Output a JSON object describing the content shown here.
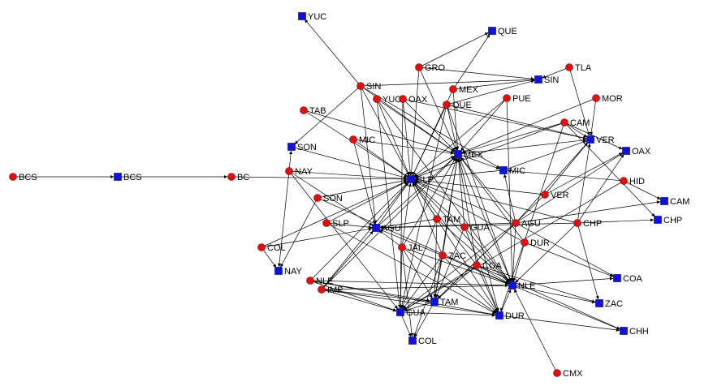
{
  "network": {
    "legend_colors": {
      "origin": "#e01010",
      "destination": "#1010e0"
    },
    "origin_nodes": [
      {
        "id": "o_BCS",
        "label": "BCS"
      },
      {
        "id": "o_BC",
        "label": "BC"
      },
      {
        "id": "o_GRO",
        "label": "GRO"
      },
      {
        "id": "o_TLA",
        "label": "TLA"
      },
      {
        "id": "o_SIN",
        "label": "SIN"
      },
      {
        "id": "o_MEX",
        "label": "MEX"
      },
      {
        "id": "o_YUC",
        "label": "YUC"
      },
      {
        "id": "o_OAX",
        "label": "OAX"
      },
      {
        "id": "o_QUE",
        "label": "QUE"
      },
      {
        "id": "o_PUE",
        "label": "PUE"
      },
      {
        "id": "o_MOR",
        "label": "MOR"
      },
      {
        "id": "o_TAB",
        "label": "TAB"
      },
      {
        "id": "o_CAM",
        "label": "CAM"
      },
      {
        "id": "o_MIC",
        "label": "MIC"
      },
      {
        "id": "o_NAY",
        "label": "NAY"
      },
      {
        "id": "o_HID",
        "label": "HID"
      },
      {
        "id": "o_SON",
        "label": "SON"
      },
      {
        "id": "o_VER",
        "label": "VER"
      },
      {
        "id": "o_SLP",
        "label": "SLP"
      },
      {
        "id": "o_TAM",
        "label": "TAM"
      },
      {
        "id": "o_GUA",
        "label": "GUA"
      },
      {
        "id": "o_AGU",
        "label": "AGU"
      },
      {
        "id": "o_CHP",
        "label": "CHP"
      },
      {
        "id": "o_COL",
        "label": "COL"
      },
      {
        "id": "o_JAL",
        "label": "JAL"
      },
      {
        "id": "o_DUR",
        "label": "DUR"
      },
      {
        "id": "o_ZAC",
        "label": "ZAC"
      },
      {
        "id": "o_COA",
        "label": "COA"
      },
      {
        "id": "o_NLE",
        "label": "NLE"
      },
      {
        "id": "o_IMP",
        "label": "IMP"
      },
      {
        "id": "o_CMX",
        "label": "CMX"
      }
    ],
    "destination_nodes": [
      {
        "id": "d_YUC",
        "label": "YUC"
      },
      {
        "id": "d_QUE",
        "label": "QUE"
      },
      {
        "id": "d_SIN",
        "label": "SIN"
      },
      {
        "id": "d_VER",
        "label": "VER"
      },
      {
        "id": "d_SON",
        "label": "SON"
      },
      {
        "id": "d_OAX",
        "label": "OAX"
      },
      {
        "id": "d_MEX",
        "label": "MEX"
      },
      {
        "id": "d_BCS",
        "label": "BCS"
      },
      {
        "id": "d_SLP",
        "label": "SLP"
      },
      {
        "id": "d_MIC",
        "label": "MIC"
      },
      {
        "id": "d_CAM",
        "label": "CAM"
      },
      {
        "id": "d_CHP",
        "label": "CHP"
      },
      {
        "id": "d_AGU",
        "label": "AGU"
      },
      {
        "id": "d_NAY",
        "label": "NAY"
      },
      {
        "id": "d_COA",
        "label": "COA"
      },
      {
        "id": "d_NLE",
        "label": "NLE"
      },
      {
        "id": "d_TAM",
        "label": "TAM"
      },
      {
        "id": "d_ZAC",
        "label": "ZAC"
      },
      {
        "id": "d_GUA",
        "label": "GUA"
      },
      {
        "id": "d_CHH",
        "label": "CHH"
      },
      {
        "id": "d_DUR",
        "label": "DUR"
      },
      {
        "id": "d_COL",
        "label": "COL"
      }
    ],
    "edges": [
      [
        "o_BCS",
        "d_BCS"
      ],
      [
        "d_BCS",
        "o_BC"
      ],
      [
        "o_BC",
        "d_SLP"
      ],
      [
        "o_GRO",
        "d_QUE"
      ],
      [
        "o_GRO",
        "d_SIN"
      ],
      [
        "o_GRO",
        "d_MEX"
      ],
      [
        "o_GRO",
        "d_SLP"
      ],
      [
        "o_TLA",
        "d_SIN"
      ],
      [
        "o_TLA",
        "d_VER"
      ],
      [
        "o_SIN",
        "d_YUC"
      ],
      [
        "o_SIN",
        "d_SIN"
      ],
      [
        "o_SIN",
        "d_MEX"
      ],
      [
        "o_SIN",
        "d_SLP"
      ],
      [
        "o_SIN",
        "d_AGU"
      ],
      [
        "o_SIN",
        "d_SON"
      ],
      [
        "o_SIN",
        "d_MIC"
      ],
      [
        "o_MEX",
        "d_QUE"
      ],
      [
        "o_MEX",
        "d_SIN"
      ],
      [
        "o_MEX",
        "d_MEX"
      ],
      [
        "o_MEX",
        "d_SLP"
      ],
      [
        "o_YUC",
        "d_MEX"
      ],
      [
        "o_YUC",
        "d_SLP"
      ],
      [
        "o_YUC",
        "d_GUA"
      ],
      [
        "o_YUC",
        "d_NLE"
      ],
      [
        "o_OAX",
        "d_MEX"
      ],
      [
        "o_OAX",
        "d_SLP"
      ],
      [
        "o_OAX",
        "d_VER"
      ],
      [
        "o_OAX",
        "d_GUA"
      ],
      [
        "o_QUE",
        "d_MEX"
      ],
      [
        "o_QUE",
        "d_SLP"
      ],
      [
        "o_QUE",
        "d_VER"
      ],
      [
        "o_QUE",
        "d_NLE"
      ],
      [
        "o_QUE",
        "d_SIN"
      ],
      [
        "o_QUE",
        "d_GUA"
      ],
      [
        "o_PUE",
        "d_MEX"
      ],
      [
        "o_PUE",
        "d_SLP"
      ],
      [
        "o_PUE",
        "d_NLE"
      ],
      [
        "o_MOR",
        "d_VER"
      ],
      [
        "o_MOR",
        "d_MEX"
      ],
      [
        "o_TAB",
        "d_MEX"
      ],
      [
        "o_TAB",
        "d_SLP"
      ],
      [
        "o_CAM",
        "d_VER"
      ],
      [
        "o_CAM",
        "d_OAX"
      ],
      [
        "o_CAM",
        "d_CHP"
      ],
      [
        "o_CAM",
        "d_MEX"
      ],
      [
        "o_CAM",
        "d_SLP"
      ],
      [
        "o_CAM",
        "d_DUR"
      ],
      [
        "o_MIC",
        "d_MEX"
      ],
      [
        "o_MIC",
        "d_SLP"
      ],
      [
        "o_MIC",
        "d_AGU"
      ],
      [
        "o_NAY",
        "d_SLP"
      ],
      [
        "o_NAY",
        "d_NAY"
      ],
      [
        "o_NAY",
        "d_SON"
      ],
      [
        "o_NAY",
        "d_GUA"
      ],
      [
        "o_NAY",
        "d_AGU"
      ],
      [
        "o_HID",
        "d_CAM"
      ],
      [
        "o_HID",
        "d_MIC"
      ],
      [
        "o_HID",
        "d_GUA"
      ],
      [
        "o_SON",
        "d_SLP"
      ],
      [
        "o_SON",
        "d_NAY"
      ],
      [
        "o_SON",
        "d_NLE"
      ],
      [
        "o_VER",
        "d_VER"
      ],
      [
        "o_VER",
        "d_OAX"
      ],
      [
        "o_VER",
        "d_SLP"
      ],
      [
        "o_VER",
        "d_TAM"
      ],
      [
        "o_SLP",
        "d_AGU"
      ],
      [
        "o_SLP",
        "d_SLP"
      ],
      [
        "o_SLP",
        "d_DUR"
      ],
      [
        "o_TAM",
        "d_MEX"
      ],
      [
        "o_TAM",
        "d_SLP"
      ],
      [
        "o_TAM",
        "d_NLE"
      ],
      [
        "o_TAM",
        "d_AGU"
      ],
      [
        "o_TAM",
        "d_GUA"
      ],
      [
        "o_TAM",
        "d_TAM"
      ],
      [
        "o_GUA",
        "d_MEX"
      ],
      [
        "o_GUA",
        "d_SLP"
      ],
      [
        "o_GUA",
        "d_NLE"
      ],
      [
        "o_GUA",
        "d_TAM"
      ],
      [
        "o_GUA",
        "d_DUR"
      ],
      [
        "o_AGU",
        "d_MEX"
      ],
      [
        "o_AGU",
        "d_SLP"
      ],
      [
        "o_AGU",
        "d_VER"
      ],
      [
        "o_AGU",
        "d_OAX"
      ],
      [
        "o_AGU",
        "d_CAM"
      ],
      [
        "o_AGU",
        "d_TAM"
      ],
      [
        "o_AGU",
        "d_GUA"
      ],
      [
        "o_AGU",
        "d_AGU"
      ],
      [
        "o_AGU",
        "d_NLE"
      ],
      [
        "o_AGU",
        "d_MIC"
      ],
      [
        "o_AGU",
        "d_COA"
      ],
      [
        "o_CHP",
        "d_CHP"
      ],
      [
        "o_CHP",
        "d_VER"
      ],
      [
        "o_CHP",
        "d_NLE"
      ],
      [
        "o_CHP",
        "d_SLP"
      ],
      [
        "o_CHP",
        "d_AGU"
      ],
      [
        "o_CHP",
        "d_ZAC"
      ],
      [
        "o_CHP",
        "d_OAX"
      ],
      [
        "o_COL",
        "d_NAY"
      ],
      [
        "o_COL",
        "d_SLP"
      ],
      [
        "o_COL",
        "d_AGU"
      ],
      [
        "o_JAL",
        "d_MEX"
      ],
      [
        "o_JAL",
        "d_SLP"
      ],
      [
        "o_JAL",
        "d_AGU"
      ],
      [
        "o_JAL",
        "d_TAM"
      ],
      [
        "o_JAL",
        "d_GUA"
      ],
      [
        "o_JAL",
        "d_NLE"
      ],
      [
        "o_JAL",
        "d_DUR"
      ],
      [
        "o_JAL",
        "d_COL"
      ],
      [
        "o_DUR",
        "d_SLP"
      ],
      [
        "o_DUR",
        "d_NLE"
      ],
      [
        "o_DUR",
        "d_COA"
      ],
      [
        "o_DUR",
        "d_MEX"
      ],
      [
        "o_ZAC",
        "d_SLP"
      ],
      [
        "o_ZAC",
        "d_MEX"
      ],
      [
        "o_ZAC",
        "d_NLE"
      ],
      [
        "o_ZAC",
        "d_TAM"
      ],
      [
        "o_ZAC",
        "d_GUA"
      ],
      [
        "o_ZAC",
        "d_DUR"
      ],
      [
        "o_ZAC",
        "d_COL"
      ],
      [
        "o_ZAC",
        "d_AGU"
      ],
      [
        "o_COA",
        "d_NLE"
      ],
      [
        "o_COA",
        "d_SLP"
      ],
      [
        "o_COA",
        "d_MEX"
      ],
      [
        "o_COA",
        "d_DUR"
      ],
      [
        "o_COA",
        "d_TAM"
      ],
      [
        "o_COA",
        "d_GUA"
      ],
      [
        "o_COA",
        "d_ZAC"
      ],
      [
        "o_COA",
        "d_CHH"
      ],
      [
        "o_NLE",
        "d_NLE"
      ],
      [
        "o_NLE",
        "d_TAM"
      ],
      [
        "o_NLE",
        "d_GUA"
      ],
      [
        "o_NLE",
        "d_SLP"
      ],
      [
        "o_NLE",
        "d_DUR"
      ],
      [
        "o_IMP",
        "d_NLE"
      ],
      [
        "o_IMP",
        "d_TAM"
      ],
      [
        "o_IMP",
        "d_GUA"
      ],
      [
        "o_IMP",
        "d_DUR"
      ],
      [
        "o_IMP",
        "d_SLP"
      ],
      [
        "o_IMP",
        "d_AGU"
      ],
      [
        "o_IMP",
        "d_MEX"
      ],
      [
        "o_CMX",
        "d_NLE"
      ],
      [
        "d_NLE",
        "d_CHH"
      ],
      [
        "d_NLE",
        "d_ZAC"
      ],
      [
        "d_NLE",
        "d_COA"
      ],
      [
        "d_TAM",
        "d_GUA"
      ],
      [
        "d_GUA",
        "d_COL"
      ],
      [
        "d_TAM",
        "d_COL"
      ],
      [
        "d_MEX",
        "d_MIC"
      ],
      [
        "d_MEX",
        "d_VER"
      ],
      [
        "d_MIC",
        "d_VER"
      ],
      [
        "d_SLP",
        "d_MEX"
      ],
      [
        "d_MEX",
        "d_SLP"
      ],
      [
        "d_MIC",
        "d_SLP"
      ],
      [
        "d_SON",
        "d_SLP"
      ],
      [
        "d_GUA",
        "d_DUR"
      ],
      [
        "d_DUR",
        "d_NLE"
      ],
      [
        "d_MEX",
        "d_NLE"
      ],
      [
        "d_SLP",
        "d_NLE"
      ],
      [
        "d_SLP",
        "d_DUR"
      ],
      [
        "d_MEX",
        "d_DUR"
      ],
      [
        "d_MEX",
        "d_TAM"
      ],
      [
        "d_DUR",
        "d_CHH"
      ],
      [
        "d_AGU",
        "d_SLP"
      ],
      [
        "d_AGU",
        "d_MEX"
      ]
    ]
  }
}
